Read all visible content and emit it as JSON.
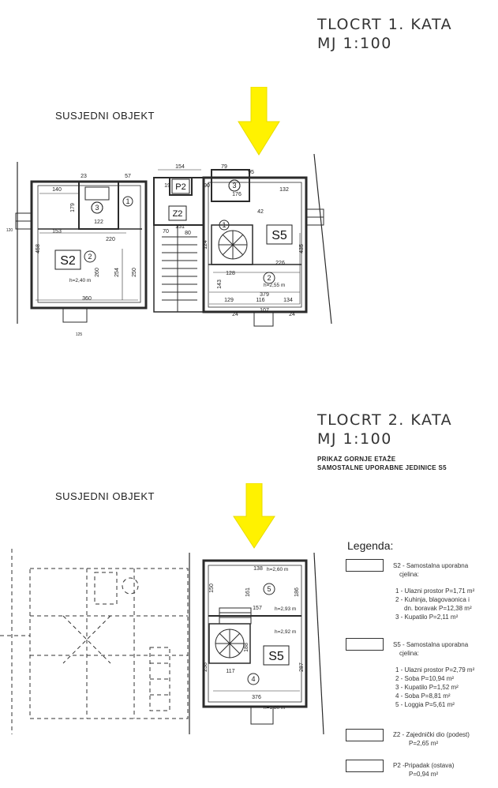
{
  "floor1": {
    "title_line1": "TLOCRT 1. KATA",
    "title_line2": "MJ 1:100",
    "neighbor_label": "SUSJEDNI OBJEKT",
    "units": {
      "s2": "S2",
      "s5": "S5",
      "p2": "P2",
      "z2": "Z2"
    },
    "rooms": {
      "r1a": "1",
      "r2a": "2",
      "r3a": "3",
      "r1b": "1",
      "r2b": "2",
      "r3b": "3"
    },
    "heights": {
      "s2": "h=2,40 m",
      "s5": "h=2,55 m"
    },
    "dims": {
      "d23": "23",
      "d57": "57",
      "d154": "154",
      "d79": "79",
      "d95": "95",
      "d140": "140",
      "d132": "132",
      "d90": "90",
      "d176": "176",
      "d19": "19",
      "d122": "122",
      "d153": "153",
      "d220": "220",
      "d151": "151",
      "d80": "80",
      "d226": "226",
      "d128": "128",
      "d379": "379",
      "d129": "129",
      "d116": "116",
      "d134": "134",
      "d107": "107",
      "d360": "360",
      "d458": "458",
      "d260": "260",
      "d254": "254",
      "d250": "250",
      "d435": "435",
      "d143": "143",
      "d124": "124",
      "d70": "70",
      "d42": "42",
      "d24": "24",
      "d24b": "24",
      "d179": "179",
      "d120": "120",
      "d125": "125"
    }
  },
  "floor2": {
    "title_line1": "TLOCRT 2. KATA",
    "title_line2": "MJ 1:100",
    "note_line1": "PRIKAZ GORNJE ETAŽE",
    "note_line2": "SAMOSTALNE UPORABNE JEDINICE S5",
    "neighbor_label": "SUSJEDNI OBJEKT",
    "unit": "S5",
    "rooms": {
      "r4": "4",
      "r5": "5"
    },
    "heights": {
      "h260": "h=2,60 m",
      "h293": "h=2,93 m",
      "h292": "h=2,92 m",
      "h180": "h=1,80 m"
    },
    "dims": {
      "d138": "138",
      "d161": "161",
      "d186": "186",
      "d157": "157",
      "d150": "150",
      "d238": "238",
      "d117": "117",
      "d287": "287",
      "d376": "376",
      "d188": "188"
    }
  },
  "legend": {
    "title": "Legenda:",
    "s2_title_1": "S2 - Samostalna uporabna",
    "s2_title_2": "cjelina:",
    "s2_item1": "1 - Ulazni prostor P=1,71 m²",
    "s2_item2a": "2 - Kuhinja, blagovaonica i",
    "s2_item2b": "dn. boravak P=12,38 m²",
    "s2_item3": "3 - Kupatilo P=2,11 m²",
    "s5_title_1": "S5 - Samostalna uporabna",
    "s5_title_2": "cjelina:",
    "s5_item1": "1 - Ulazni prostor P=2,79 m²",
    "s5_item2": "2 - Soba P=10,94 m²",
    "s5_item3": "3 - Kupatilo P=1,52 m²",
    "s5_item4": "4 - Soba P=8,81 m²",
    "s5_item5": "5 - Loggia P=5,61 m²",
    "z2_title_1": "Z2 - Zajednički dio (podest)",
    "z2_title_2": "P=2,65 m²",
    "p2_title_1": "P2 -Pripadak (ostava)",
    "p2_title_2": "P=0,94 m²"
  },
  "colors": {
    "arrow": "#FFF200",
    "line": "#2b2b2b"
  }
}
